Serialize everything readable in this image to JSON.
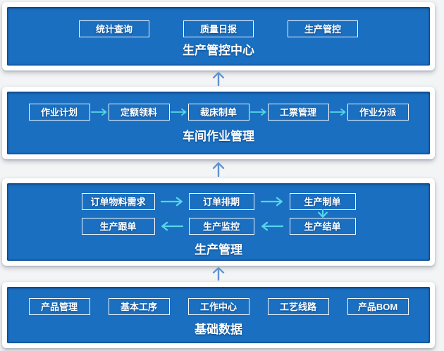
{
  "page": {
    "background": "#f3f4f5"
  },
  "colors": {
    "band_fill": "#1a6fc1",
    "frame_white": "#ffffff",
    "box_border": "#ffffff",
    "label_text": "#ffffff",
    "flow_arrow_cyan": "#55d6e8",
    "level_arrow_blue": "#5f93d0"
  },
  "bands": [
    {
      "title": "生产管控中心",
      "boxes": [
        "统计查询",
        "质量日报",
        "生产管控"
      ]
    },
    {
      "title": "车间作业管理",
      "boxes": [
        "作业计划",
        "定额领料",
        "裁床制单",
        "工票管理",
        "作业分派"
      ]
    },
    {
      "title": "生产管理",
      "row1": [
        "订单物料需求",
        "订单排期",
        "生产制单"
      ],
      "row2": [
        "生产跟单",
        "生产监控",
        "生产结单"
      ]
    },
    {
      "title": "基础数据",
      "boxes": [
        "产品管理",
        "基本工序",
        "工作中心",
        "工艺线路",
        "产品BOM"
      ]
    }
  ]
}
